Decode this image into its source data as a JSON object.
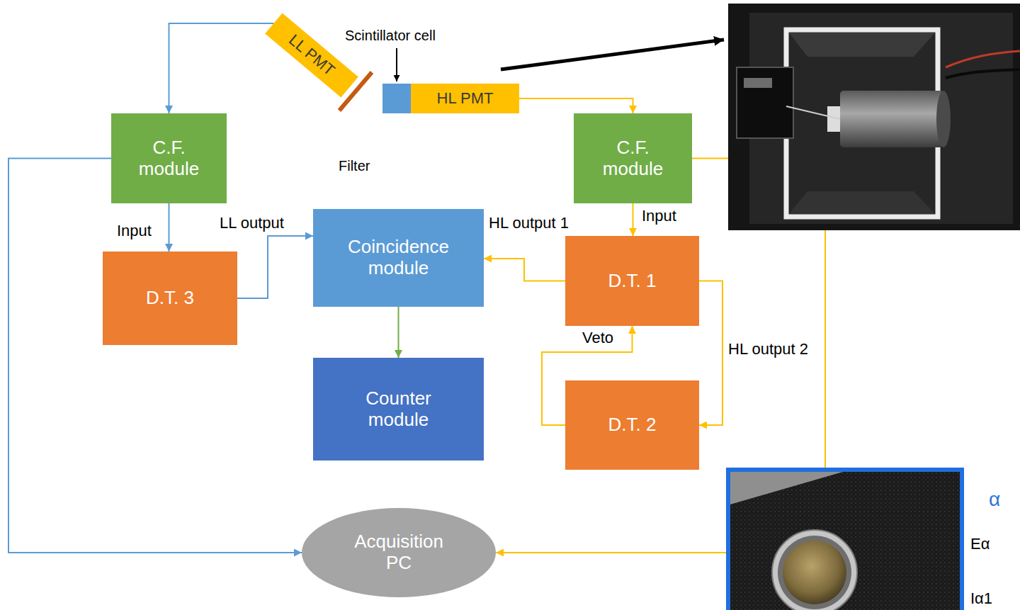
{
  "diagram": {
    "nodes": [
      {
        "text": [
          "LL PMT"
        ]
      },
      {
        "text": [
          "HL PMT"
        ]
      },
      {
        "text": [
          "C.F. module"
        ]
      },
      {
        "text": [
          "C.F. module"
        ]
      },
      {
        "text": [
          "D.T. 3"
        ]
      },
      {
        "text": [
          "Coincidence module"
        ]
      },
      {
        "text": [
          "D.T. 1"
        ]
      },
      {
        "text": [
          "Counter module"
        ]
      },
      {
        "text": [
          "D.T. 2"
        ]
      },
      {
        "text": [
          "Acquisition PC"
        ]
      }
    ],
    "edges": [
      {
        "from": 0,
        "to": 2,
        "arrow": "to"
      },
      {
        "from": 1,
        "to": 3,
        "arrow": "to"
      },
      {
        "from": 2,
        "to": 4,
        "label": "Input",
        "arrow": "to"
      },
      {
        "from": 2,
        "to": 9,
        "arrow": "to"
      },
      {
        "from": 4,
        "to": 5,
        "label": "LL output",
        "arrow": "to"
      },
      {
        "from": 3,
        "to": 6,
        "label": "Input",
        "arrow": "to"
      },
      {
        "from": 3,
        "to": 9,
        "arrow": "to"
      },
      {
        "from": 6,
        "to": 5,
        "label": "HL output 1",
        "arrow": "to"
      },
      {
        "from": 6,
        "to": 8,
        "label": "HL output 2",
        "arrow": "to"
      },
      {
        "from": 8,
        "to": 6,
        "label": "Veto",
        "arrow": "to"
      },
      {
        "from": 5,
        "to": 7,
        "arrow": "to"
      }
    ],
    "labels": [
      "Scintillator cell",
      "Filter",
      "α",
      "Eα",
      "Iα1"
    ]
  }
}
